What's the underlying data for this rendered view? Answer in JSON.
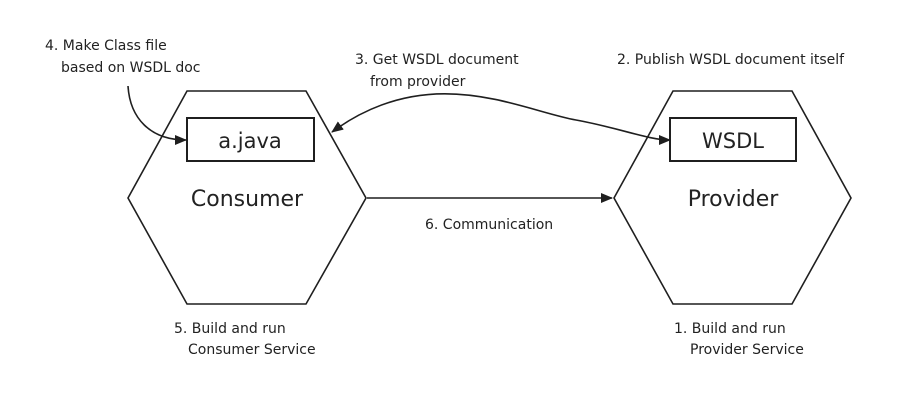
{
  "colors": {
    "stroke": "#1f1f1f",
    "background": "#ffffff",
    "text": "#222222"
  },
  "consumer": {
    "title": "Consumer",
    "class_box_label": "a.java",
    "caption_line1": "5. Build and run",
    "caption_line2": "Consumer Service"
  },
  "provider": {
    "title": "Provider",
    "class_box_label": "WSDL",
    "caption_line1": "1. Build and run",
    "caption_line2": "Provider Service"
  },
  "steps": {
    "make_class_line1": "4. Make Class file",
    "make_class_line2": "based on WSDL doc",
    "get_wsdl_line1": "3. Get WSDL document",
    "get_wsdl_line2": "from provider",
    "publish_wsdl": "2. Publish WSDL document itself",
    "communication": "6. Communication"
  }
}
